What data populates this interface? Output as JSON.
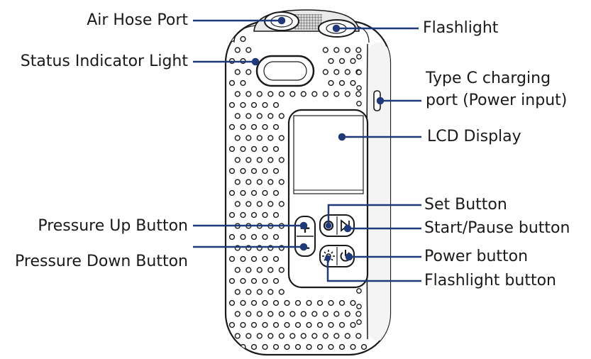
{
  "labels": {
    "air_hose_port": "Air Hose Port",
    "flashlight": "Flashlight",
    "status_indicator_light": "Status Indicator Light",
    "type_c_line1": "Type C charging",
    "type_c_line2": "port (Power input)",
    "lcd_display": "LCD Display",
    "set_button": "Set Button",
    "pressure_up_button": "Pressure Up Button",
    "start_pause_button": "Start/Pause button",
    "pressure_down_button": "Pressure Down Button",
    "power_button": "Power button",
    "flashlight_button": "Flashlight button"
  },
  "colors": {
    "leader_line": "#1f3a7a",
    "outline": "#1a1a1a",
    "text": "#1a1a1a"
  },
  "icons": {
    "plus": "+",
    "minus": "−"
  }
}
